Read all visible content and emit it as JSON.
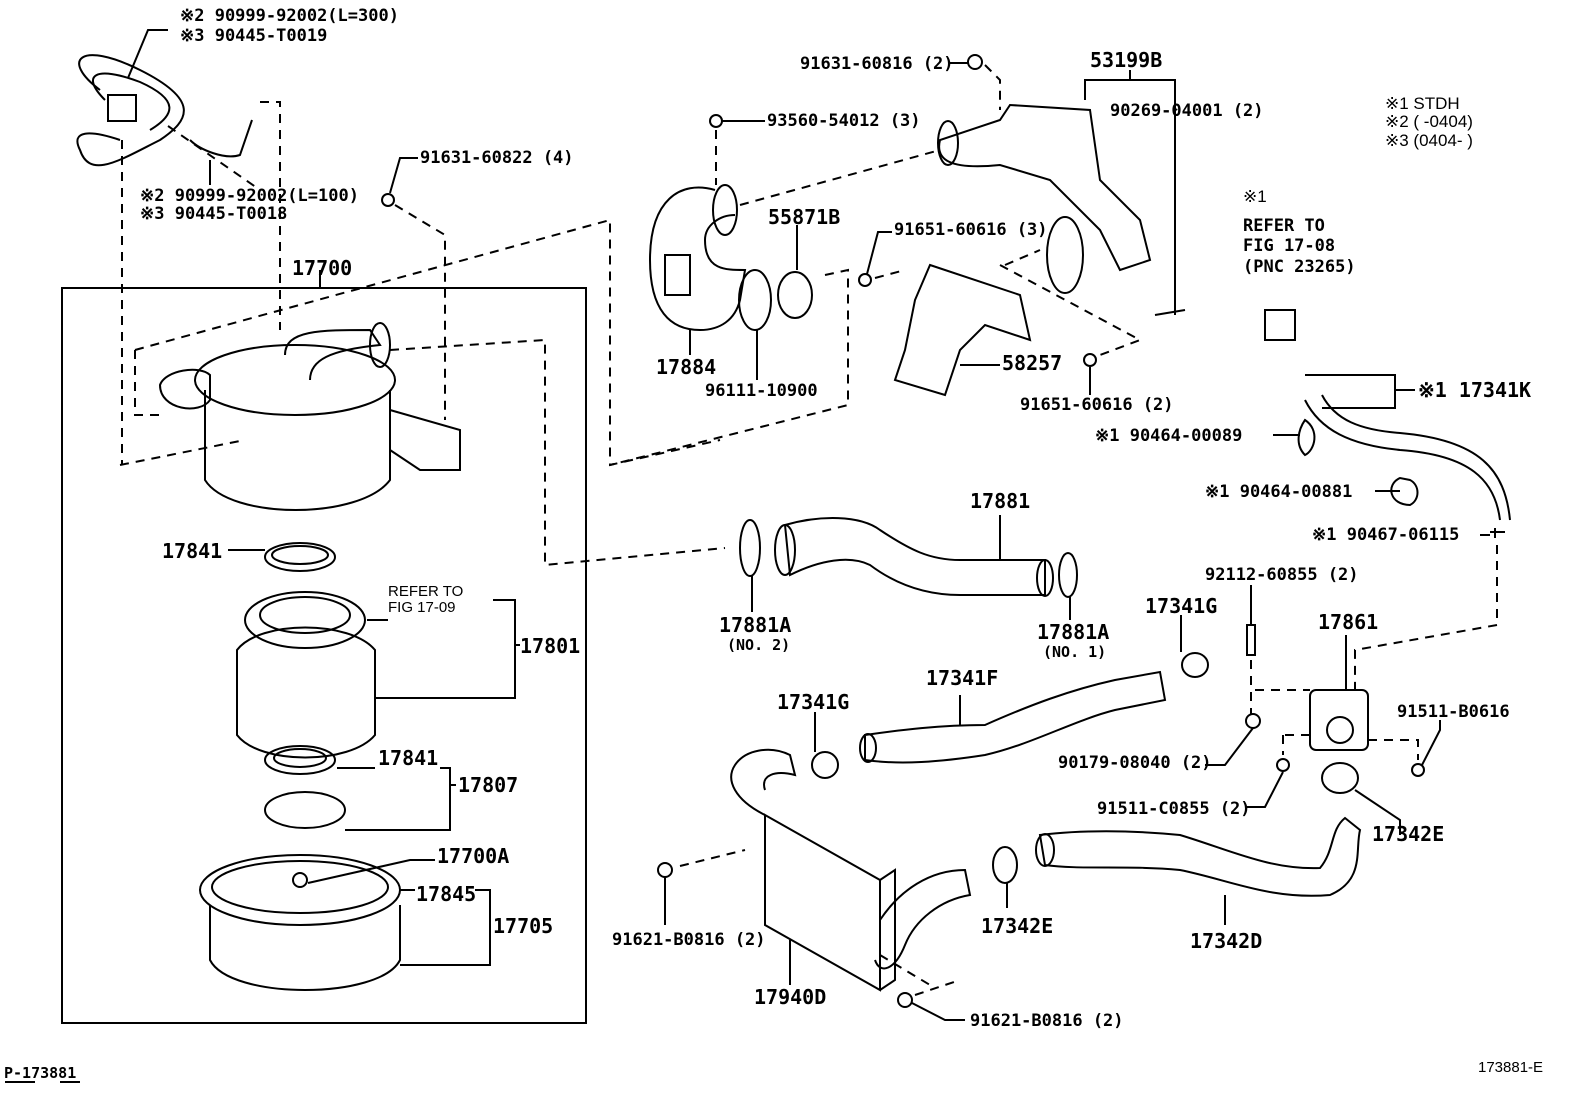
{
  "figure": {
    "page_code": "P-173881",
    "image_code": "173881-E",
    "accent_color": "#000000",
    "background_color": "#ffffff"
  },
  "notes": {
    "n1": "※1   STDH",
    "n2": "※2 (      -0404)",
    "n3": "※3 (0404-      )"
  },
  "refer_1708": {
    "mark": "※1",
    "line1": "REFER TO",
    "line2": "FIG 17-08",
    "line3": "(PNC 23265)"
  },
  "refer_1709": {
    "line1": "REFER TO",
    "line2": "FIG 17-09"
  },
  "labels": {
    "hose_l300_a": "※2 90999-92002(L=300)",
    "hose_l300_b": "※3 90445-T0019",
    "hose_l100_a": "※2 90999-92002(L=100)",
    "hose_l100_b": "※3 90445-T0018",
    "bolt_91631_60822": "91631-60822 (4)",
    "p17700": "17700",
    "p17841_top": "17841",
    "p17801": "17801",
    "p17841_bot": "17841",
    "p17807": "17807",
    "p17700A": "17700A",
    "p17845": "17845",
    "p17705": "17705",
    "bolt_91631_60816": "91631-60816 (2)",
    "p53199B": "53199B",
    "clip_90269": "90269-04001 (2)",
    "screw_93560": "93560-54012 (3)",
    "p55871B": "55871B",
    "bolt_91651_3": "91651-60616 (3)",
    "p17884": "17884",
    "p96111": "96111-10900",
    "p58257": "58257",
    "bolt_91651_2": "91651-60616 (2)",
    "p17341K": "※1 17341K",
    "clip_90464_00089": "※1  90464-00089",
    "clip_90464_00881": "※1  90464-00881",
    "clip_90467": "※1  90467-06115",
    "p17881": "17881",
    "p17881A_no2": "17881A",
    "p17881A_no2_sub": "(NO. 2)",
    "p17881A_no1": "17881A",
    "p17881A_no1_sub": "(NO. 1)",
    "stud_92112": "92112-60855 (2)",
    "p17341G_right": "17341G",
    "p17861": "17861",
    "p17341F": "17341F",
    "p17341G_left": "17341G",
    "bolt_91511_B0616": "91511-B0616",
    "nut_90179": "90179-08040 (2)",
    "bolt_91511_C0855": "91511-C0855 (2)",
    "p17342E_right": "17342E",
    "bolt_91621_left": "91621-B0816 (2)",
    "p17342E_mid": "17342E",
    "p17342D": "17342D",
    "p17940D": "17940D",
    "bolt_91621_bottom": "91621-B0816 (2)"
  }
}
